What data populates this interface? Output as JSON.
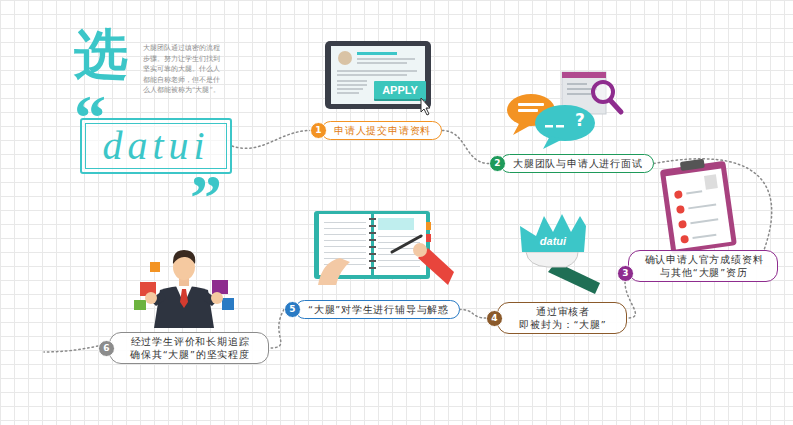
{
  "diagram": {
    "nodes": [
      {
        "text": [
          "datui"
        ]
      },
      {
        "text": [
          "1",
          "申请人提交申请资料"
        ]
      },
      {
        "text": [
          "2",
          "大腿团队与申请人进行面试"
        ]
      },
      {
        "text": [
          "3",
          "确认申请人官方成绩资料 与其他“大腿”资历"
        ]
      },
      {
        "text": [
          "4",
          "通过审核者 即被封为：“大腿”"
        ]
      },
      {
        "text": [
          "5",
          "“大腿”对学生进行辅导与解惑"
        ]
      },
      {
        "text": [
          "6",
          "经过学生评价和长期追踪 确保其“大腿”的坚实程度"
        ]
      }
    ],
    "edges": [
      {
        "from": 0,
        "to": 1,
        "arrow": "none"
      },
      {
        "from": 1,
        "to": 2,
        "arrow": "none"
      },
      {
        "from": 2,
        "to": 3,
        "arrow": "none"
      },
      {
        "from": 3,
        "to": 4,
        "arrow": "none"
      },
      {
        "from": 4,
        "to": 5,
        "arrow": "none"
      },
      {
        "from": 5,
        "to": 6,
        "arrow": "none"
      }
    ],
    "labels": [
      "选",
      "大腿团队通过缜密的流程步骤。努力让学生们找到坚实可靠的大腿。什么人都能自称老师，但不是什么人都能被称为“大腿”。",
      "“",
      "”",
      "APPLY",
      "?",
      "datui"
    ]
  }
}
